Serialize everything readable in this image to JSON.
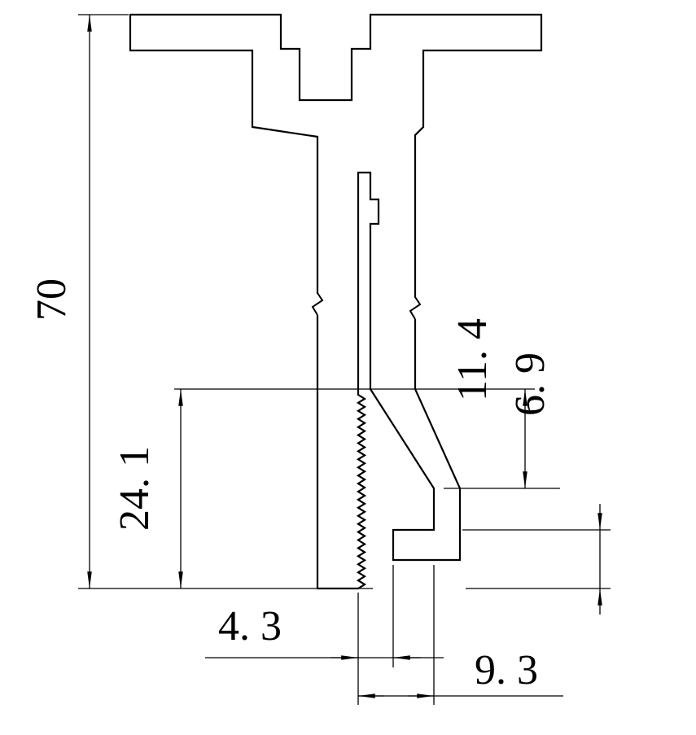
{
  "drawing": {
    "labels": {
      "overall_height": "70",
      "serrated_height": "24. 1",
      "step_height": "11. 4",
      "foot_height": "6. 9",
      "slot_width": "4. 3",
      "hook_width": "9. 3"
    },
    "colors": {
      "line": "#000000",
      "background": "#ffffff"
    }
  }
}
